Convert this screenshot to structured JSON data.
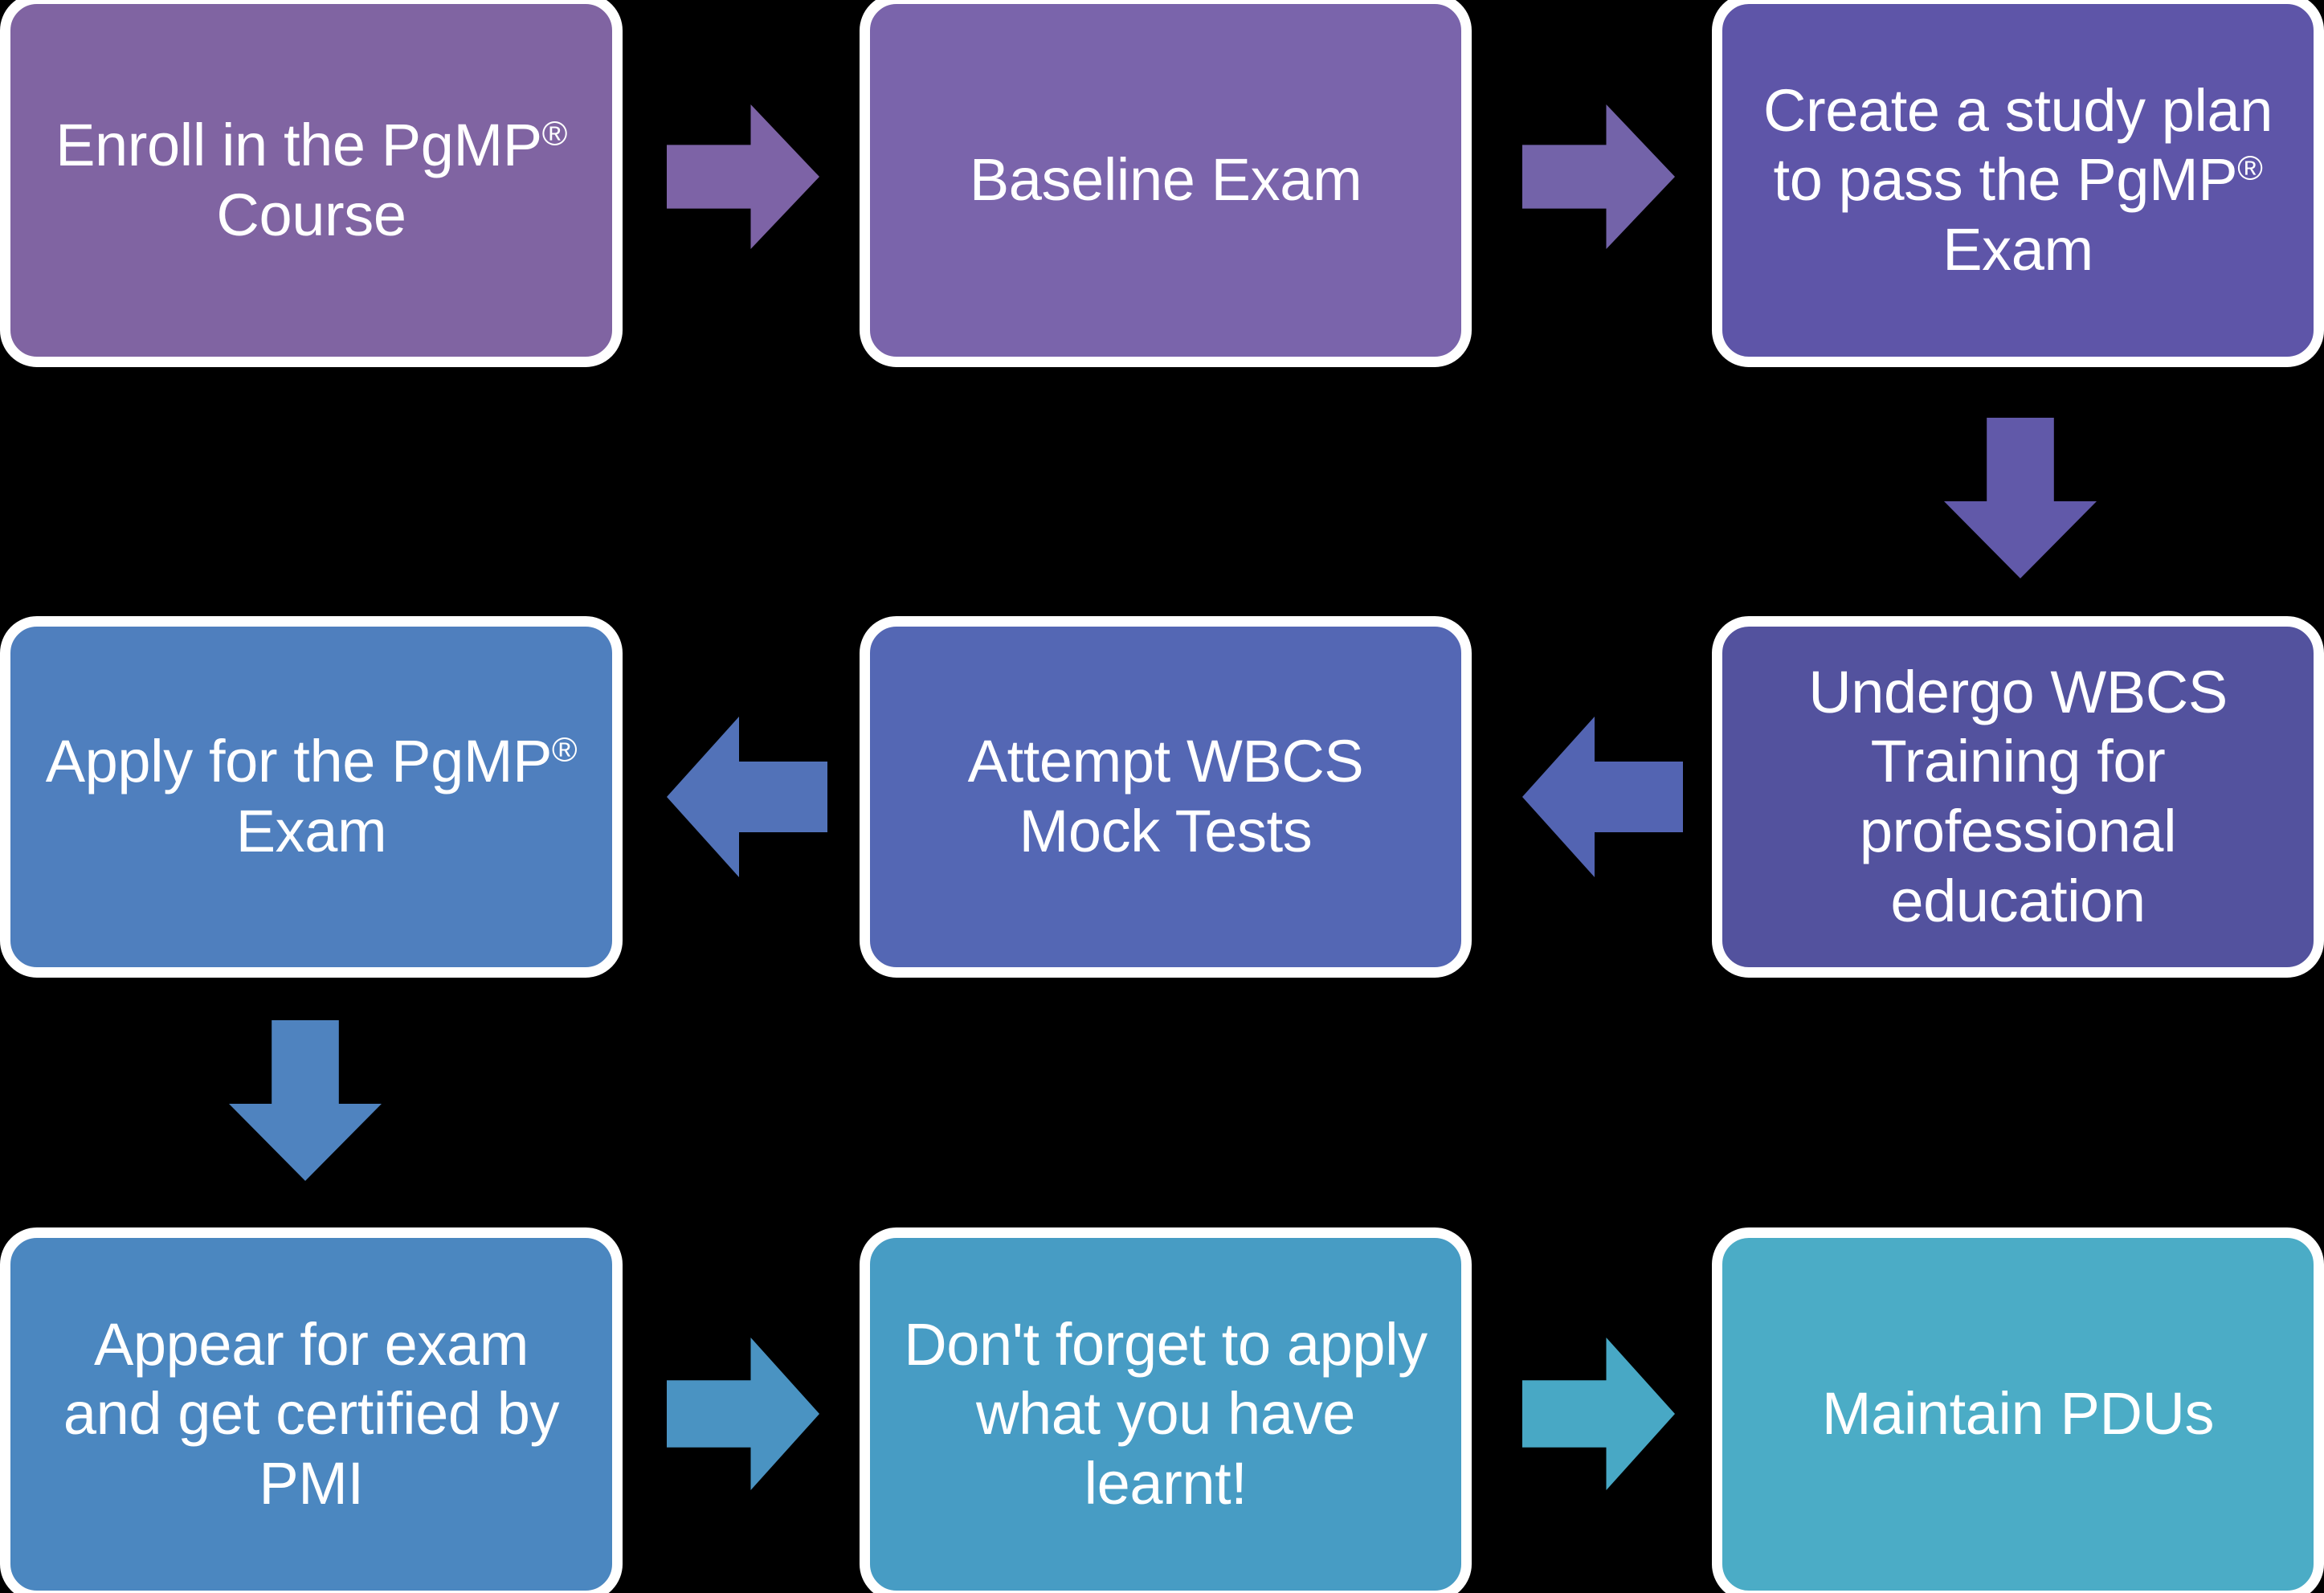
{
  "diagram": {
    "title": "PgMP Certification Process Flowchart",
    "background_color": "#000000",
    "node_border_color": "#ffffff",
    "text_color": "#ffffff"
  },
  "nodes": [
    {
      "id": "enroll-course",
      "text": "Enroll in the PgMP",
      "superscript": "®",
      "text_after": " Course",
      "full_text": "Enroll in the PgMP® Course",
      "color": "#8064A2",
      "row": 1,
      "column": 1
    },
    {
      "id": "baseline-exam",
      "text": "Baseline Exam",
      "superscript": "",
      "text_after": "",
      "full_text": "Baseline Exam",
      "color": "#7A64AB",
      "row": 1,
      "column": 2
    },
    {
      "id": "create-study-plan",
      "text": "Create a study plan to pass the PgMP",
      "superscript": "®",
      "text_after": " Exam",
      "full_text": "Create a study plan to pass the PgMP® Exam",
      "color": "#5E55A8",
      "row": 1,
      "column": 3
    },
    {
      "id": "undergo-wbcs-training",
      "text": "Undergo WBCS Training for professional education",
      "superscript": "",
      "text_after": "",
      "full_text": "Undergo WBCS Training for professional education",
      "color": "#53529E",
      "row": 2,
      "column": 3
    },
    {
      "id": "attempt-mock-tests",
      "text": "Attempt WBCS Mock Tests",
      "superscript": "",
      "text_after": "",
      "full_text": "Attempt WBCS Mock Tests",
      "color": "#5467B4",
      "row": 2,
      "column": 2
    },
    {
      "id": "apply-for-exam",
      "text": "Apply for the PgMP",
      "superscript": "®",
      "text_after": " Exam",
      "full_text": "Apply for the PgMP® Exam",
      "color": "#4F7FBE",
      "row": 2,
      "column": 1
    },
    {
      "id": "appear-get-certified",
      "text": "Appear for exam and get certified by PMI",
      "superscript": "",
      "text_after": "",
      "full_text": "Appear for exam and get certified by PMI",
      "color": "#4B87C0",
      "row": 3,
      "column": 1
    },
    {
      "id": "apply-what-learnt",
      "text": "Don't forget to apply what you have learnt!",
      "superscript": "",
      "text_after": "",
      "full_text": "Don't forget to apply what you have learnt!",
      "color": "#479CC4",
      "row": 3,
      "column": 2
    },
    {
      "id": "maintain-pdus",
      "text": "Maintain PDUs",
      "superscript": "",
      "text_after": "",
      "full_text": "Maintain PDUs",
      "color": "#4BACC6",
      "row": 3,
      "column": 3
    }
  ],
  "arrows": [
    {
      "id": "arrow-enroll-to-baseline",
      "direction": "right",
      "color": "#7D63A6",
      "from": "enroll-course",
      "to": "baseline-exam"
    },
    {
      "id": "arrow-baseline-to-studyplan",
      "direction": "right",
      "color": "#7363A9",
      "from": "baseline-exam",
      "to": "create-study-plan"
    },
    {
      "id": "arrow-studyplan-to-training",
      "direction": "down",
      "color": "#6159A9",
      "from": "create-study-plan",
      "to": "undergo-wbcs-training"
    },
    {
      "id": "arrow-training-to-mocktests",
      "direction": "left",
      "color": "#5364B2",
      "from": "undergo-wbcs-training",
      "to": "attempt-mock-tests"
    },
    {
      "id": "arrow-mocktests-to-apply",
      "direction": "left",
      "color": "#5272B8",
      "from": "attempt-mock-tests",
      "to": "apply-for-exam"
    },
    {
      "id": "arrow-apply-to-appear",
      "direction": "down",
      "color": "#4F83BF",
      "from": "apply-for-exam",
      "to": "appear-get-certified"
    },
    {
      "id": "arrow-appear-to-learnt",
      "direction": "right",
      "color": "#4A93C2",
      "from": "appear-get-certified",
      "to": "apply-what-learnt"
    },
    {
      "id": "arrow-learnt-to-pdus",
      "direction": "right",
      "color": "#48A8C5",
      "from": "apply-what-learnt",
      "to": "maintain-pdus"
    }
  ]
}
